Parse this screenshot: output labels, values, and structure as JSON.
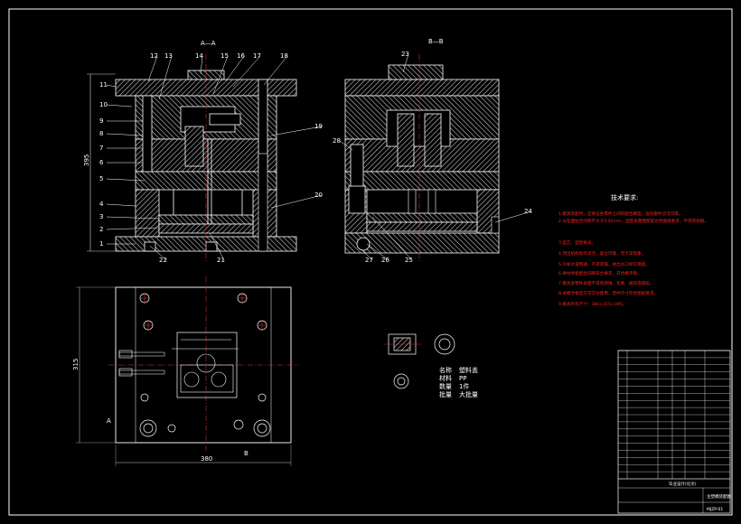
{
  "colors": {
    "background": "#000000",
    "line": "#ffffff",
    "hatch": "#d8d8d8",
    "leader": "#ffffff",
    "center_line": "#ff3030",
    "note_text": "#ff2020",
    "title_text": "#ffffff",
    "accent_yellow": "#e0e000"
  },
  "section_labels": {
    "main_section": "A—A",
    "side_section": "B—B",
    "view_arrow_a": "A",
    "view_arrow_b": "B"
  },
  "balloons_main": [
    "1",
    "2",
    "3",
    "4",
    "5",
    "6",
    "7",
    "8",
    "9",
    "10",
    "11",
    "12",
    "13",
    "14",
    "15",
    "16",
    "17",
    "18",
    "19",
    "20",
    "21",
    "22"
  ],
  "balloons_side": [
    "23",
    "24",
    "25",
    "26",
    "27",
    "28"
  ],
  "dimensions": {
    "main_height": "395",
    "plan_width": "380",
    "plan_height": "315"
  },
  "tech_requirements": {
    "title": "技术要求:",
    "lines": [
      "1.模具装配时，应保证各零件之间的配合精度，运动部件灵活可靠。",
      "2.分型面贴合间隙不大于0.02mm，型腔表面粗糙度达到图纸要求，不得有划痕。",
      "3.型芯、型腔抛光。",
      "4.顶出机构动作灵活，复位可靠，无卡滞现象。",
      "5.冷却水道畅通，不得渗漏，进出水口标识清楚。",
      "6.导柱导套配合间隙符合要求，开合模平稳。",
      "7.模具各零件表面不得有锈蚀、毛刺、碰伤等缺陷。",
      "8.试模合格后方可交付使用，塑件尺寸符合图纸要求。",
      "9.模具外形尺寸：380×315×395。"
    ]
  },
  "part_info": {
    "labels": [
      "名称",
      "材料",
      "数量",
      "批量"
    ],
    "values": [
      "塑料盖",
      "PP",
      "1件",
      "大批量"
    ]
  },
  "title_block": {
    "drawing_title": "注塑模装配图",
    "drawing_no": "MJZP-01",
    "school": "毕业设计(论文)"
  }
}
